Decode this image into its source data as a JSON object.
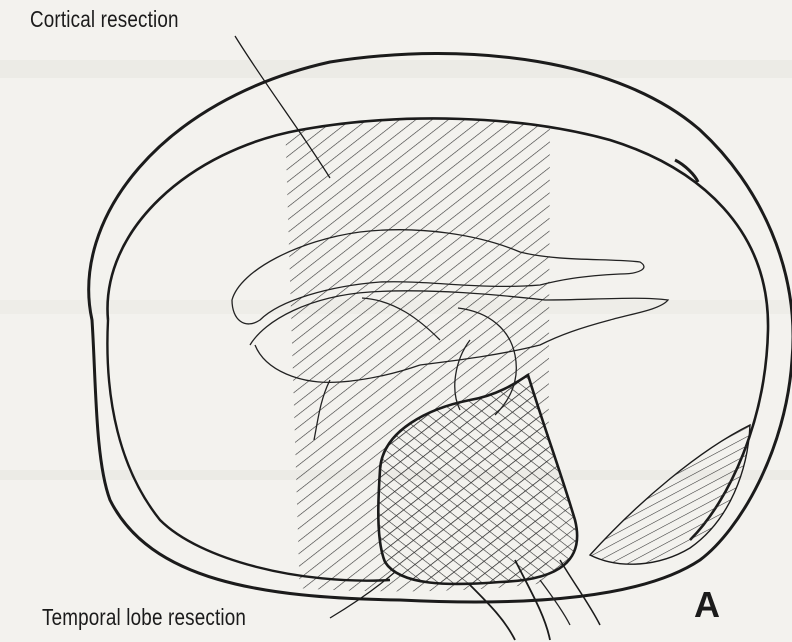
{
  "labels": {
    "cortical": "Cortical resection",
    "temporal": "Temporal lobe resection",
    "panel": "A"
  },
  "colors": {
    "background": "#f3f2ee",
    "ink": "#1b1b1b"
  }
}
